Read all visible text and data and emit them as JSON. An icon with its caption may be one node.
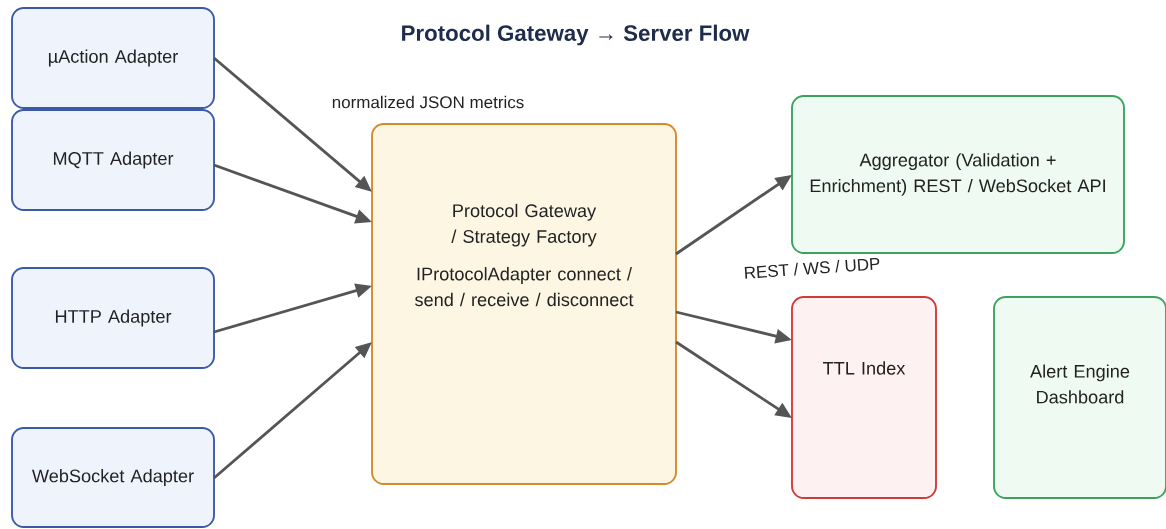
{
  "diagram": {
    "title": "Protocol Gateway → Server Flow",
    "nodes": [
      {
        "text": [
          "µAction Adapter"
        ]
      },
      {
        "text": [
          "MQTT Adapter"
        ]
      },
      {
        "text": [
          "HTTP Adapter"
        ]
      },
      {
        "text": [
          "WebSocket Adapter"
        ]
      },
      {
        "text": [
          "Protocol Gateway / Strategy Factory",
          "IProtocolAdapter connect / send / receive / disconnect"
        ]
      },
      {
        "text": [
          "Aggregator (Validation + Enrichment) REST / WebSocket API"
        ]
      },
      {
        "text": [
          "TTL Index"
        ]
      },
      {
        "text": [
          "Alert Engine Dashboard"
        ]
      }
    ],
    "edges": [
      {
        "from": 0,
        "to": 4,
        "arrow": "to"
      },
      {
        "from": 1,
        "to": 4,
        "arrow": "to"
      },
      {
        "from": 2,
        "to": 4,
        "arrow": "to"
      },
      {
        "from": 3,
        "to": 4,
        "arrow": "to"
      },
      {
        "from": 4,
        "to": 5,
        "arrow": "to"
      },
      {
        "from": 4,
        "to": 6,
        "arrow": "to"
      },
      {
        "from": 4,
        "to": 6,
        "arrow": "to"
      }
    ],
    "labels": [
      "normalized JSON metrics",
      "REST / WS / UDP"
    ]
  }
}
